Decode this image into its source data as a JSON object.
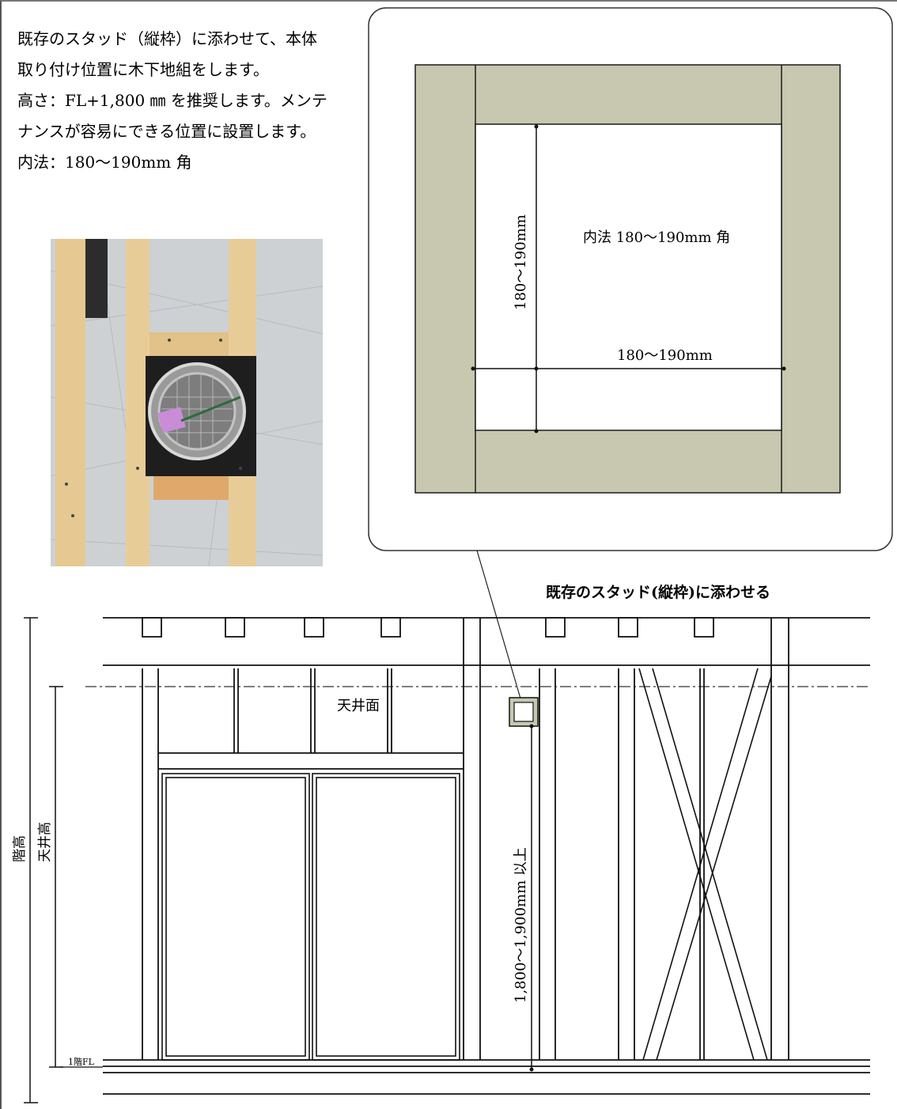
{
  "intro": {
    "lines": [
      "既存のスタッド（縦枠）に添わせて、本体",
      "取り付け位置に木下地組をします。",
      "高さ：FL+1,800 ㎜ を推奨します。メンテ",
      "ナンスが容易にできる位置に設置します。",
      "内法：180〜190mm 角"
    ]
  },
  "detail": {
    "inner_label": "内法  180〜190mm 角",
    "vertical_dim": "180〜190mm",
    "horizontal_dim": "180〜190mm"
  },
  "elevation": {
    "callout": "既存のスタッド(縦枠)に添わせる",
    "ceiling_label": "天井面",
    "floor_label": "1階FL",
    "floor_height_label": "階高",
    "ceiling_height_label": "天井高",
    "mount_height_label": "1,800〜1,900mm 以上"
  },
  "colors": {
    "frame_fill": "#c8c8b0",
    "line": "#1a1a1a",
    "photo_wall": "#c9cdd0",
    "wood": "#e3c48f"
  }
}
